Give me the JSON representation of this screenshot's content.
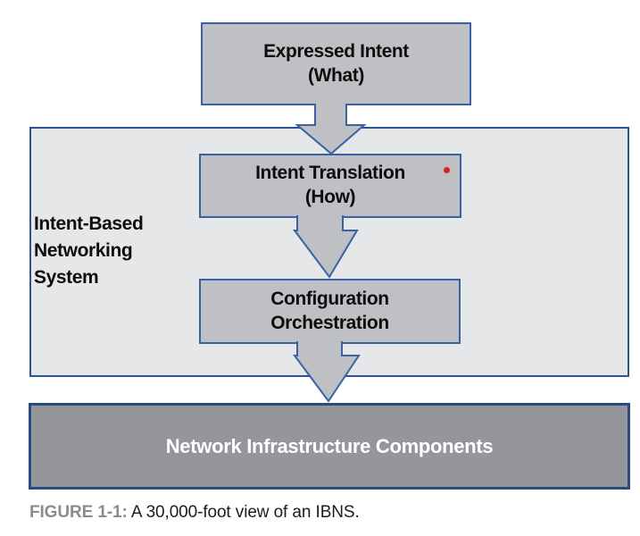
{
  "nodes": {
    "expressed_intent": {
      "title": "Expressed Intent",
      "subtitle": "(What)"
    },
    "intent_translation": {
      "title": "Intent Translation",
      "subtitle": "(How)"
    },
    "configuration_orchestration": {
      "line1": "Configuration",
      "line2": "Orchestration"
    },
    "network_infrastructure": {
      "label": "Network Infrastructure Components"
    }
  },
  "system_label": {
    "line1": "Intent-Based",
    "line2": "Networking",
    "line3": "System"
  },
  "caption": {
    "prefix": "FIGURE 1-1:",
    "text": " A 30,000-foot view of an IBNS."
  },
  "colors": {
    "box_fill": "#bfc0c3",
    "box_border": "#3a61a5",
    "container_fill": "#e6e7e9",
    "container_border": "#2e5395",
    "dark_box_fill": "#94969b",
    "dark_box_border": "#2b4b7e",
    "dark_box_text": "#ffffff",
    "red_dot": "#d32525",
    "caption_prefix_color": "#8b8c8f",
    "caption_text_color": "#1c1c20"
  }
}
